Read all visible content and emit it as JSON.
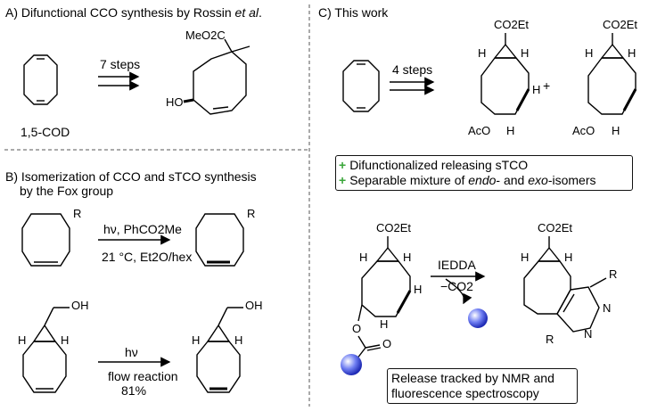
{
  "panels": {
    "a": {
      "title_prefix": "A) Difunctional CCO synthesis by Rossin ",
      "title_italic": "et al",
      "title_suffix": ".",
      "label_cod": "1,5-COD",
      "arrow_label": "7 steps",
      "substituent_ester": "MeO2C",
      "substituent_oh": "HO"
    },
    "b": {
      "title_line1": "B) Isomerization of CCO and sTCO synthesis",
      "title_line2": "by the Fox group",
      "r1_top": "hν, PhCO2Me",
      "r1_bottom": "21 °C, Et2O/hex",
      "r2_top": "hν",
      "r2_mid": "flow reaction",
      "r2_yield": "81%",
      "label_R": "R",
      "label_OH": "OH",
      "label_H": "H"
    },
    "c": {
      "title": "C) This work",
      "arrow_label": "4 steps",
      "co2et": "CO2Et",
      "aco": "AcO",
      "h": "H",
      "plus": "+",
      "benefits": [
        {
          "sign": "+",
          "text": "Difunctionalized releasing sTCO"
        },
        {
          "sign": "+",
          "pre": "Separable mixture of ",
          "em1": "endo",
          "mid": "- and ",
          "em2": "exo",
          "post": "-isomers"
        }
      ],
      "iedda_label": "IEDDA",
      "co2_loss": "−CO2",
      "tetrazine_r": "R",
      "n_label": "N",
      "release_line1": "Release tracked by NMR and",
      "release_line2": "fluorescence spectroscopy"
    }
  },
  "colors": {
    "plus_green": "#3aa63a",
    "sphere": "#3e4ed8",
    "dash": "#555555"
  }
}
